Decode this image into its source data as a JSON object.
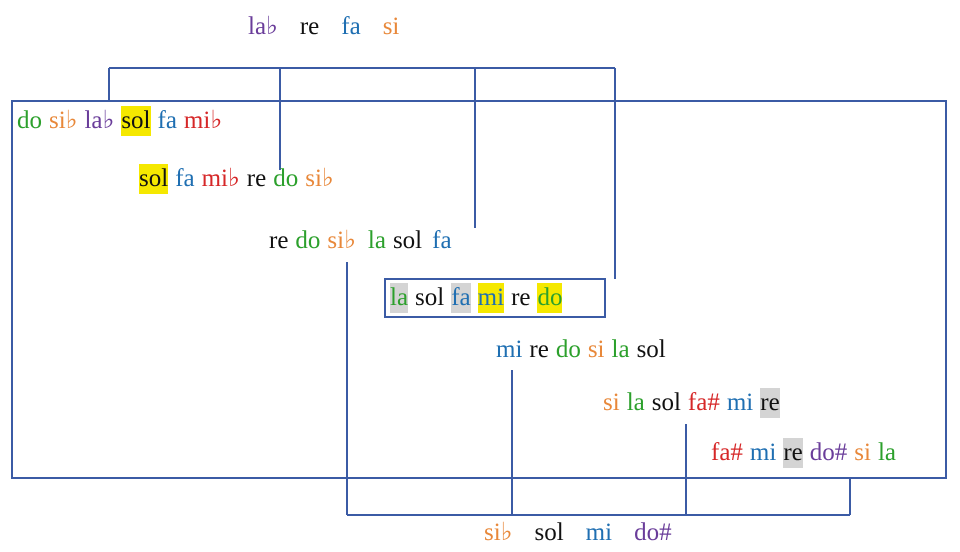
{
  "colors": {
    "green": "#2ca02c",
    "orange": "#e8883a",
    "purple": "#6a3d9a",
    "black": "#111111",
    "blue": "#1f6fb2",
    "red": "#d62728",
    "highlight_yellow": "#f5e800",
    "highlight_gray": "#d4d4d4",
    "line": "#3b5ba5"
  },
  "top_row": [
    {
      "text": "la♭",
      "color": "purple"
    },
    {
      "text": "re",
      "color": "black"
    },
    {
      "text": "fa",
      "color": "blue"
    },
    {
      "text": "si",
      "color": "orange"
    }
  ],
  "rows": [
    [
      {
        "text": "do",
        "color": "green"
      },
      {
        "text": "si♭",
        "color": "orange"
      },
      {
        "text": "la♭",
        "color": "purple"
      },
      {
        "text": "sol",
        "color": "black",
        "highlight": "yellow"
      },
      {
        "text": "fa",
        "color": "blue"
      },
      {
        "text": "mi♭",
        "color": "red"
      }
    ],
    [
      {
        "text": "sol",
        "color": "black",
        "highlight": "yellow"
      },
      {
        "text": "fa",
        "color": "blue"
      },
      {
        "text": "mi♭",
        "color": "red"
      },
      {
        "text": "re",
        "color": "black"
      },
      {
        "text": "do",
        "color": "green"
      },
      {
        "text": "si♭",
        "color": "orange"
      }
    ],
    [
      {
        "text": "re",
        "color": "black"
      },
      {
        "text": "do",
        "color": "green"
      },
      {
        "text": "si♭",
        "color": "orange"
      },
      {
        "text": "la",
        "color": "green"
      },
      {
        "text": "sol",
        "color": "black"
      },
      {
        "text": "fa",
        "color": "blue"
      }
    ],
    [
      {
        "text": "la",
        "color": "green",
        "highlight": "gray"
      },
      {
        "text": "sol",
        "color": "black"
      },
      {
        "text": "fa",
        "color": "blue",
        "highlight": "gray"
      },
      {
        "text": "mi",
        "color": "blue",
        "highlight": "yellow"
      },
      {
        "text": "re",
        "color": "black"
      },
      {
        "text": "do",
        "color": "green",
        "highlight": "yellow"
      }
    ],
    [
      {
        "text": "mi",
        "color": "blue"
      },
      {
        "text": "re",
        "color": "black"
      },
      {
        "text": "do",
        "color": "green"
      },
      {
        "text": "si",
        "color": "orange"
      },
      {
        "text": "la",
        "color": "green"
      },
      {
        "text": "sol",
        "color": "black"
      }
    ],
    [
      {
        "text": "si",
        "color": "orange"
      },
      {
        "text": "la",
        "color": "green"
      },
      {
        "text": "sol",
        "color": "black"
      },
      {
        "text": "fa#",
        "color": "red"
      },
      {
        "text": "mi",
        "color": "blue"
      },
      {
        "text": "re",
        "color": "black",
        "highlight": "gray"
      }
    ],
    [
      {
        "text": "fa#",
        "color": "red"
      },
      {
        "text": "mi",
        "color": "blue"
      },
      {
        "text": "re",
        "color": "black",
        "highlight": "gray"
      },
      {
        "text": "do#",
        "color": "purple"
      },
      {
        "text": "si",
        "color": "orange"
      },
      {
        "text": "la",
        "color": "green"
      }
    ]
  ],
  "bottom_row": [
    {
      "text": "si♭",
      "color": "orange"
    },
    {
      "text": "sol",
      "color": "black"
    },
    {
      "text": "mi",
      "color": "blue"
    },
    {
      "text": "do#",
      "color": "purple"
    }
  ]
}
